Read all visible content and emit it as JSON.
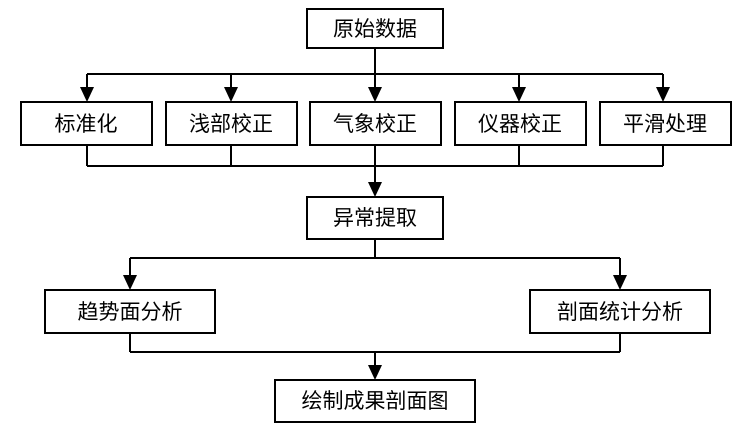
{
  "nodes": {
    "raw_data": "原始数据",
    "standardize": "标准化",
    "shallow_correction": "浅部校正",
    "weather_correction": "气象校正",
    "instrument_correction": "仪器校正",
    "smoothing": "平滑处理",
    "anomaly_extraction": "异常提取",
    "trend_surface_analysis": "趋势面分析",
    "profile_statistical_analysis": "剖面统计分析",
    "draw_result_profile": "绘制成果剖面图"
  },
  "edges": [
    {
      "from": "raw_data",
      "to": "standardize"
    },
    {
      "from": "raw_data",
      "to": "shallow_correction"
    },
    {
      "from": "raw_data",
      "to": "weather_correction"
    },
    {
      "from": "raw_data",
      "to": "instrument_correction"
    },
    {
      "from": "raw_data",
      "to": "smoothing"
    },
    {
      "from": "standardize",
      "to": "anomaly_extraction"
    },
    {
      "from": "shallow_correction",
      "to": "anomaly_extraction"
    },
    {
      "from": "weather_correction",
      "to": "anomaly_extraction"
    },
    {
      "from": "instrument_correction",
      "to": "anomaly_extraction"
    },
    {
      "from": "smoothing",
      "to": "anomaly_extraction"
    },
    {
      "from": "anomaly_extraction",
      "to": "trend_surface_analysis"
    },
    {
      "from": "anomaly_extraction",
      "to": "profile_statistical_analysis"
    },
    {
      "from": "trend_surface_analysis",
      "to": "draw_result_profile"
    },
    {
      "from": "profile_statistical_analysis",
      "to": "draw_result_profile"
    }
  ]
}
